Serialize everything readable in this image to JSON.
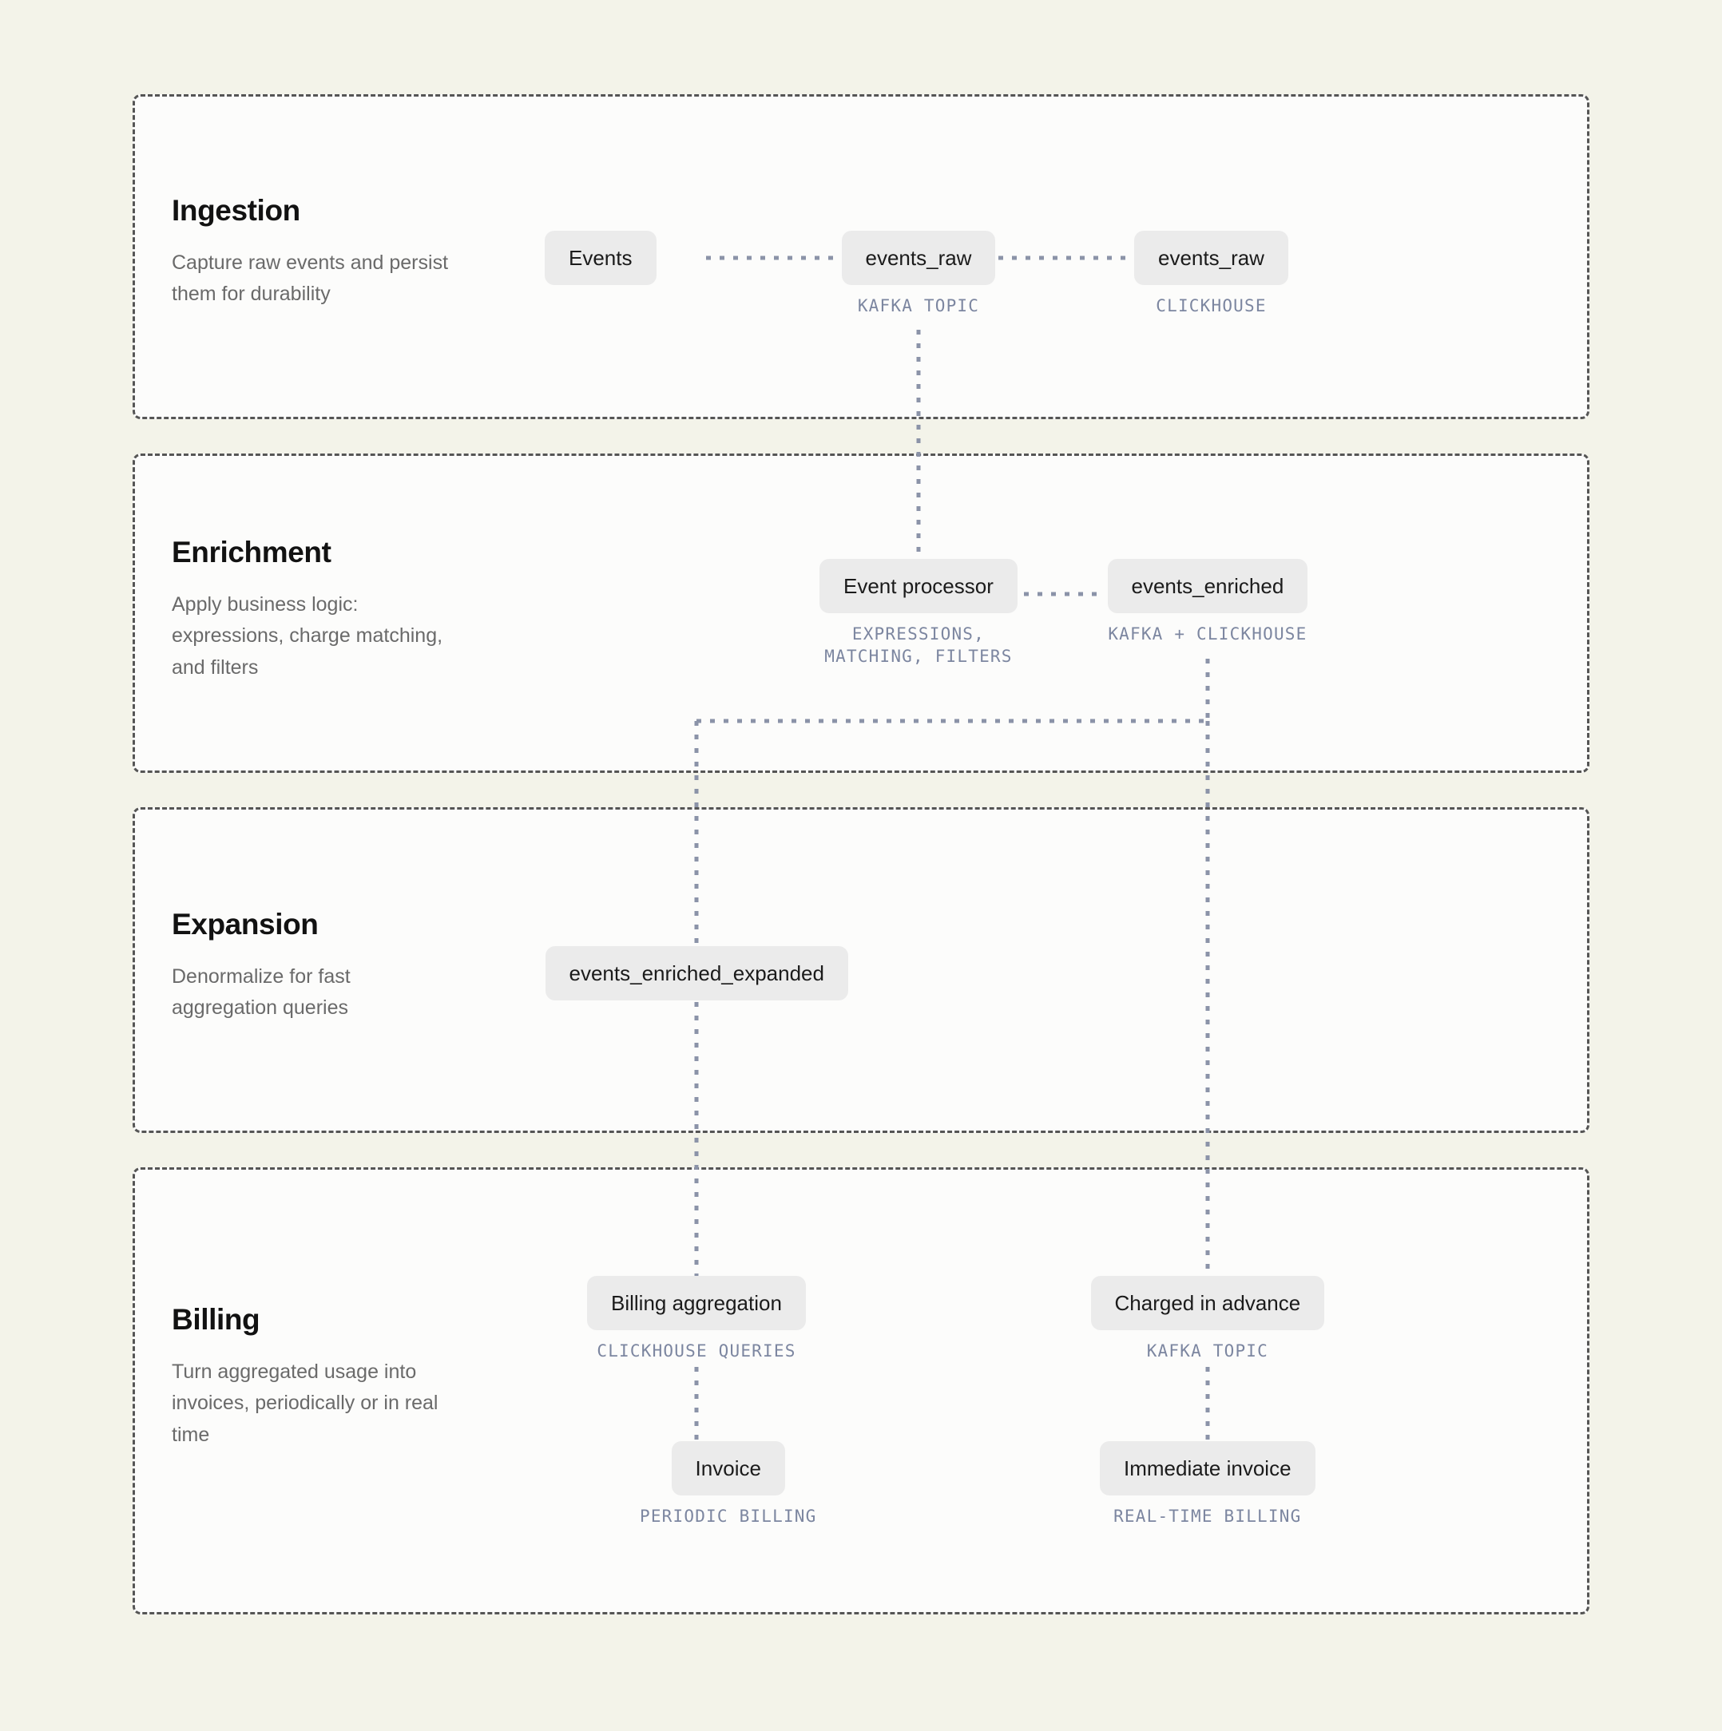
{
  "page": {
    "background_color": "#f3f3e9",
    "panel_fill": "#fcfcfb",
    "panel_border_color": "#555555",
    "node_fill": "#ebebeb",
    "node_text_color": "#1b1b1b",
    "caption_color": "#7c86a0",
    "connector_color": "#8b93a8"
  },
  "sections": [
    {
      "id": "ingestion",
      "title": "Ingestion",
      "description": "Capture raw events and persist them for durability"
    },
    {
      "id": "enrichment",
      "title": "Enrichment",
      "description": "Apply business logic: expressions, charge matching, and filters"
    },
    {
      "id": "expansion",
      "title": "Expansion",
      "description": "Denormalize for fast aggregation queries"
    },
    {
      "id": "billing",
      "title": "Billing",
      "description": "Turn aggregated usage into invoices, periodically or in real time"
    }
  ],
  "nodes": {
    "events": {
      "label": "Events",
      "caption": ""
    },
    "events_raw_kafka": {
      "label": "events_raw",
      "caption": "KAFKA TOPIC"
    },
    "events_raw_clickhouse": {
      "label": "events_raw",
      "caption": "CLICKHOUSE"
    },
    "event_processor": {
      "label": "Event processor",
      "caption": "EXPRESSIONS,\nMATCHING, FILTERS"
    },
    "events_enriched": {
      "label": "events_enriched",
      "caption": "KAFKA + CLICKHOUSE"
    },
    "events_enriched_expanded": {
      "label": "events_enriched_expanded",
      "caption": ""
    },
    "billing_aggregation": {
      "label": "Billing aggregation",
      "caption": "CLICKHOUSE QUERIES"
    },
    "charged_in_advance": {
      "label": "Charged in advance",
      "caption": "KAFKA TOPIC"
    },
    "invoice": {
      "label": "Invoice",
      "caption": "PERIODIC BILLING"
    },
    "immediate_invoice": {
      "label": "Immediate invoice",
      "caption": "REAL-TIME BILLING"
    }
  }
}
